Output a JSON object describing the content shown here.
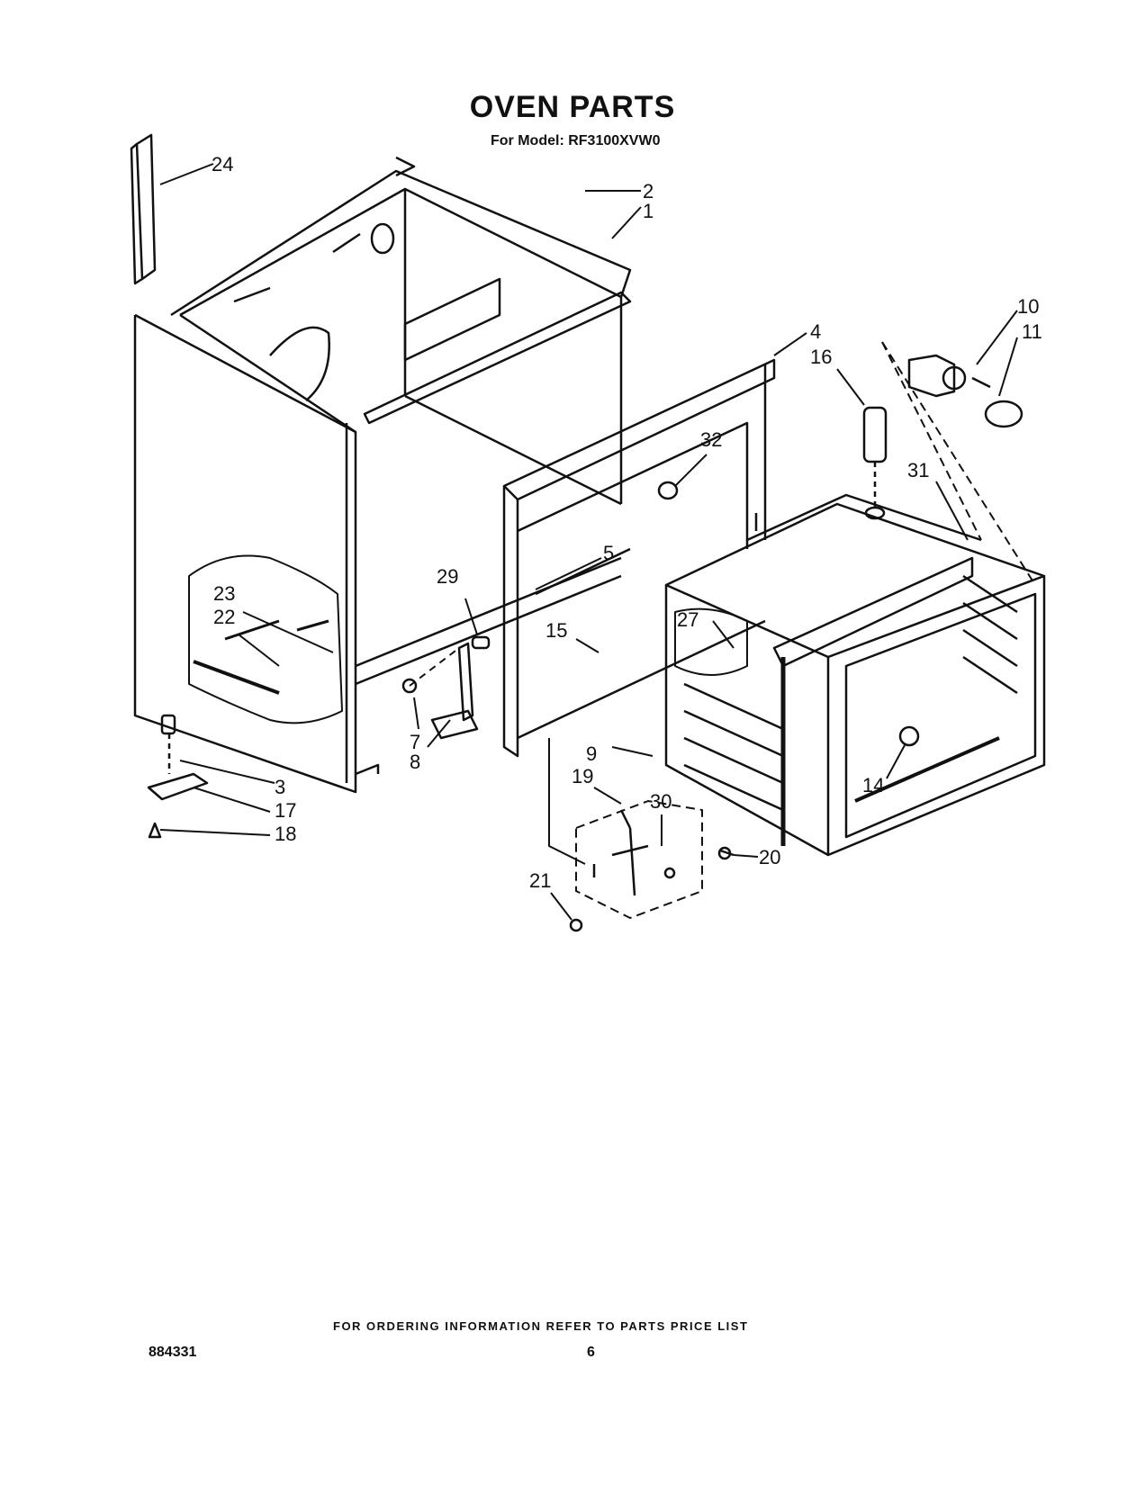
{
  "header": {
    "title": "OVEN PARTS",
    "subtitle": "For Model: RF3100XVW0"
  },
  "callouts": [
    "24",
    "2",
    "1",
    "10",
    "11",
    "4",
    "16",
    "32",
    "31",
    "5",
    "29",
    "23",
    "22",
    "15",
    "27",
    "9",
    "19",
    "30",
    "3",
    "17",
    "18",
    "7",
    "8",
    "20",
    "21",
    "14"
  ],
  "footer": {
    "ordering_note": "FOR ORDERING INFORMATION REFER TO PARTS PRICE LIST",
    "document_number": "884331",
    "page_number": "6"
  }
}
